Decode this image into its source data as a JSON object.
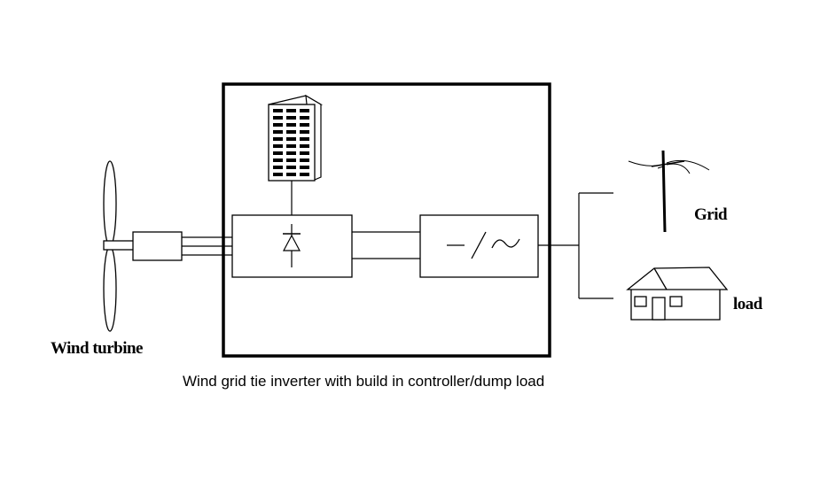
{
  "labels": {
    "wind_turbine": "Wind turbine",
    "grid": "Grid",
    "load": "load",
    "caption": "Wind grid tie inverter with build in controller/dump load"
  },
  "icons": {
    "turbine": "wind-turbine-icon",
    "generator": "generator-icon",
    "dump_load": "dump-load-resistor-icon",
    "rectifier": "rectifier-diode-icon",
    "inverter": "dc-ac-inverter-icon",
    "pole": "utility-pole-icon",
    "house": "house-icon"
  },
  "colors": {
    "stroke": "#000000",
    "background": "#ffffff"
  }
}
